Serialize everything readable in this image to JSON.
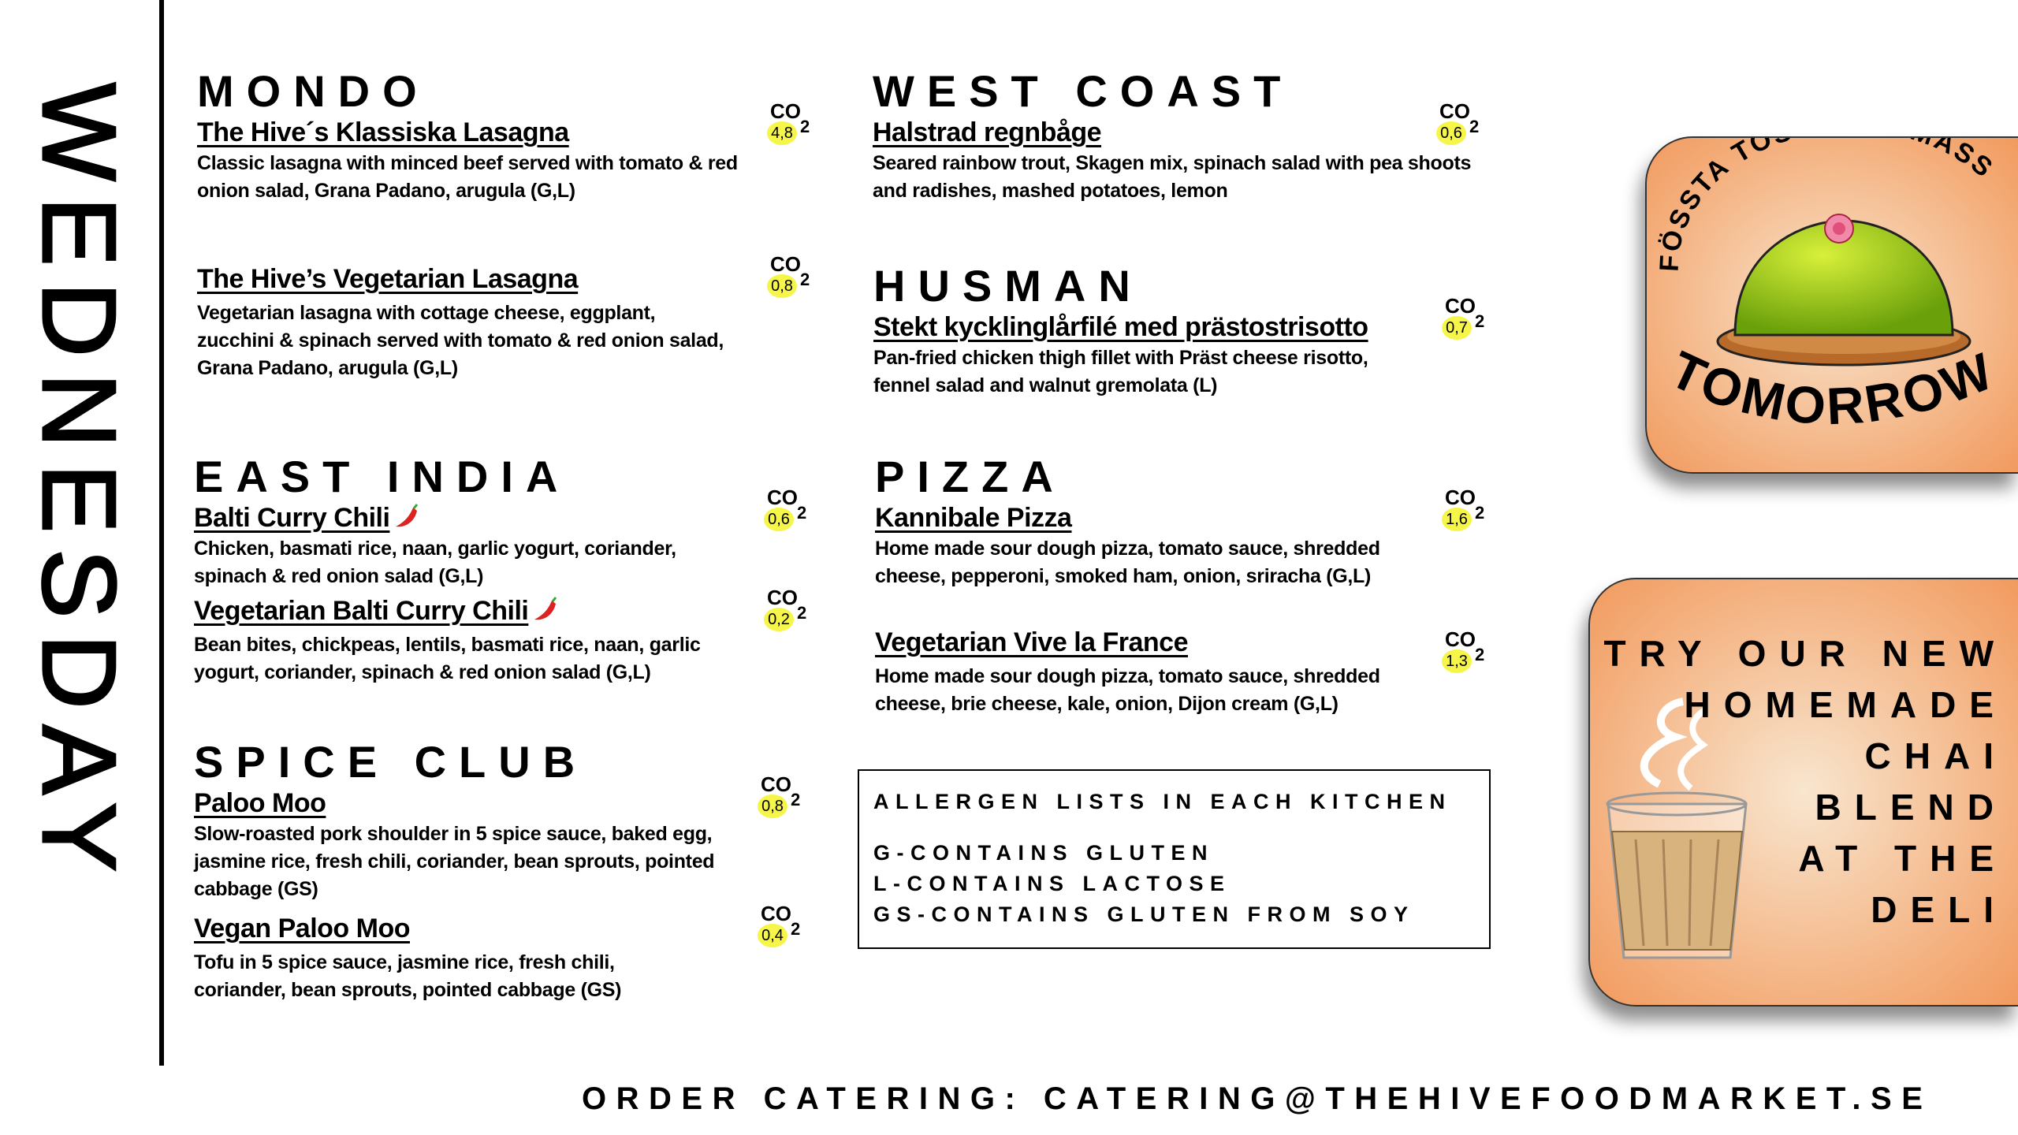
{
  "day": "WEDNESDAY",
  "co2_label": "CO",
  "co2_sub": "2",
  "left": {
    "mondo": {
      "heading": "MONDO",
      "dishes": [
        {
          "title": "The Hive´s Klassiska Lasagna ",
          "desc": "Classic lasagna with minced beef served with tomato & red onion salad, Grana Padano, arugula (G,L)",
          "co2": "4,8"
        },
        {
          "title": "The Hive’s Vegetarian Lasagna",
          "desc": "Vegetarian lasagna with cottage cheese, eggplant, zucchini & spinach served with tomato & red onion salad, Grana Padano, arugula (G,L)",
          "co2": "0,8"
        }
      ]
    },
    "east_india": {
      "heading": "EAST INDIA",
      "dishes": [
        {
          "title": "Balti Curry Chili",
          "desc": "Chicken, basmati rice, naan, garlic yogurt, coriander, spinach & red onion salad (G,L)",
          "co2": "0,6"
        },
        {
          "title": "Vegetarian Balti Curry Chili",
          "desc": "Bean bites, chickpeas, lentils, basmati rice, naan, garlic yogurt, coriander, spinach & red onion salad (G,L)",
          "co2": "0,2"
        }
      ]
    },
    "spice_club": {
      "heading": "SPICE CLUB",
      "dishes": [
        {
          "title": "Paloo Moo",
          "desc": "Slow-roasted pork shoulder in 5 spice sauce, baked egg, jasmine rice, fresh chili, coriander, bean sprouts, pointed cabbage (GS)",
          "co2": "0,8"
        },
        {
          "title": "Vegan Paloo Moo",
          "desc": "Tofu in 5 spice sauce, jasmine rice, fresh chili, coriander, bean sprouts, pointed cabbage (GS)",
          "co2": "0,4"
        }
      ]
    }
  },
  "right": {
    "west_coast": {
      "heading": "WEST COAST",
      "dishes": [
        {
          "title": "Halstrad regnbåge",
          "desc": "Seared rainbow trout, Skagen mix, spinach salad with pea shoots and radishes, mashed potatoes, lemon",
          "co2": "0,6"
        }
      ]
    },
    "husman": {
      "heading": "HUSMAN",
      "dishes": [
        {
          "title": "Stekt kycklinglårfilé med prästostrisotto",
          "desc": "Pan-fried chicken thigh fillet with Präst cheese risotto, fennel salad and walnut gremolata (L)",
          "co2": "0,7"
        }
      ]
    },
    "pizza": {
      "heading": "PIZZA",
      "dishes": [
        {
          "title": "Kannibale Pizza",
          "desc": "Home made sour dough pizza, tomato sauce, shredded cheese, pepperoni, smoked ham, onion, sriracha (G,L)",
          "co2": "1,6"
        },
        {
          "title": "Vegetarian Vive la France ",
          "desc": "Home made sour dough pizza, tomato sauce, shredded cheese, brie cheese, kale, onion, Dijon cream (G,L)",
          "co2": "1,3"
        }
      ]
    }
  },
  "allergens": {
    "title": "ALLERGEN LISTS IN EACH KITCHEN",
    "items": [
      "G-CONTAINS GLUTEN",
      "L-CONTAINS LACTOSE",
      "GS-CONTAINS GLUTEN FROM SOY"
    ]
  },
  "promo_tomorrow": {
    "arc_text": "FÖSSTA TOSSDAN I MASS",
    "bottom_text": "TOMORROW"
  },
  "promo_chai": {
    "lines": [
      "TRY OUR NEW",
      "HOMEMADE",
      "CHAI",
      "BLEND",
      "AT THE",
      "DELI"
    ]
  },
  "footer": "ORDER CATERING: CATERING@THEHIVEFOODMARKET.SE",
  "colors": {
    "co2_badge": "#f5f54a",
    "promo_orange": "#f4b07e",
    "chili_red": "#d22"
  }
}
